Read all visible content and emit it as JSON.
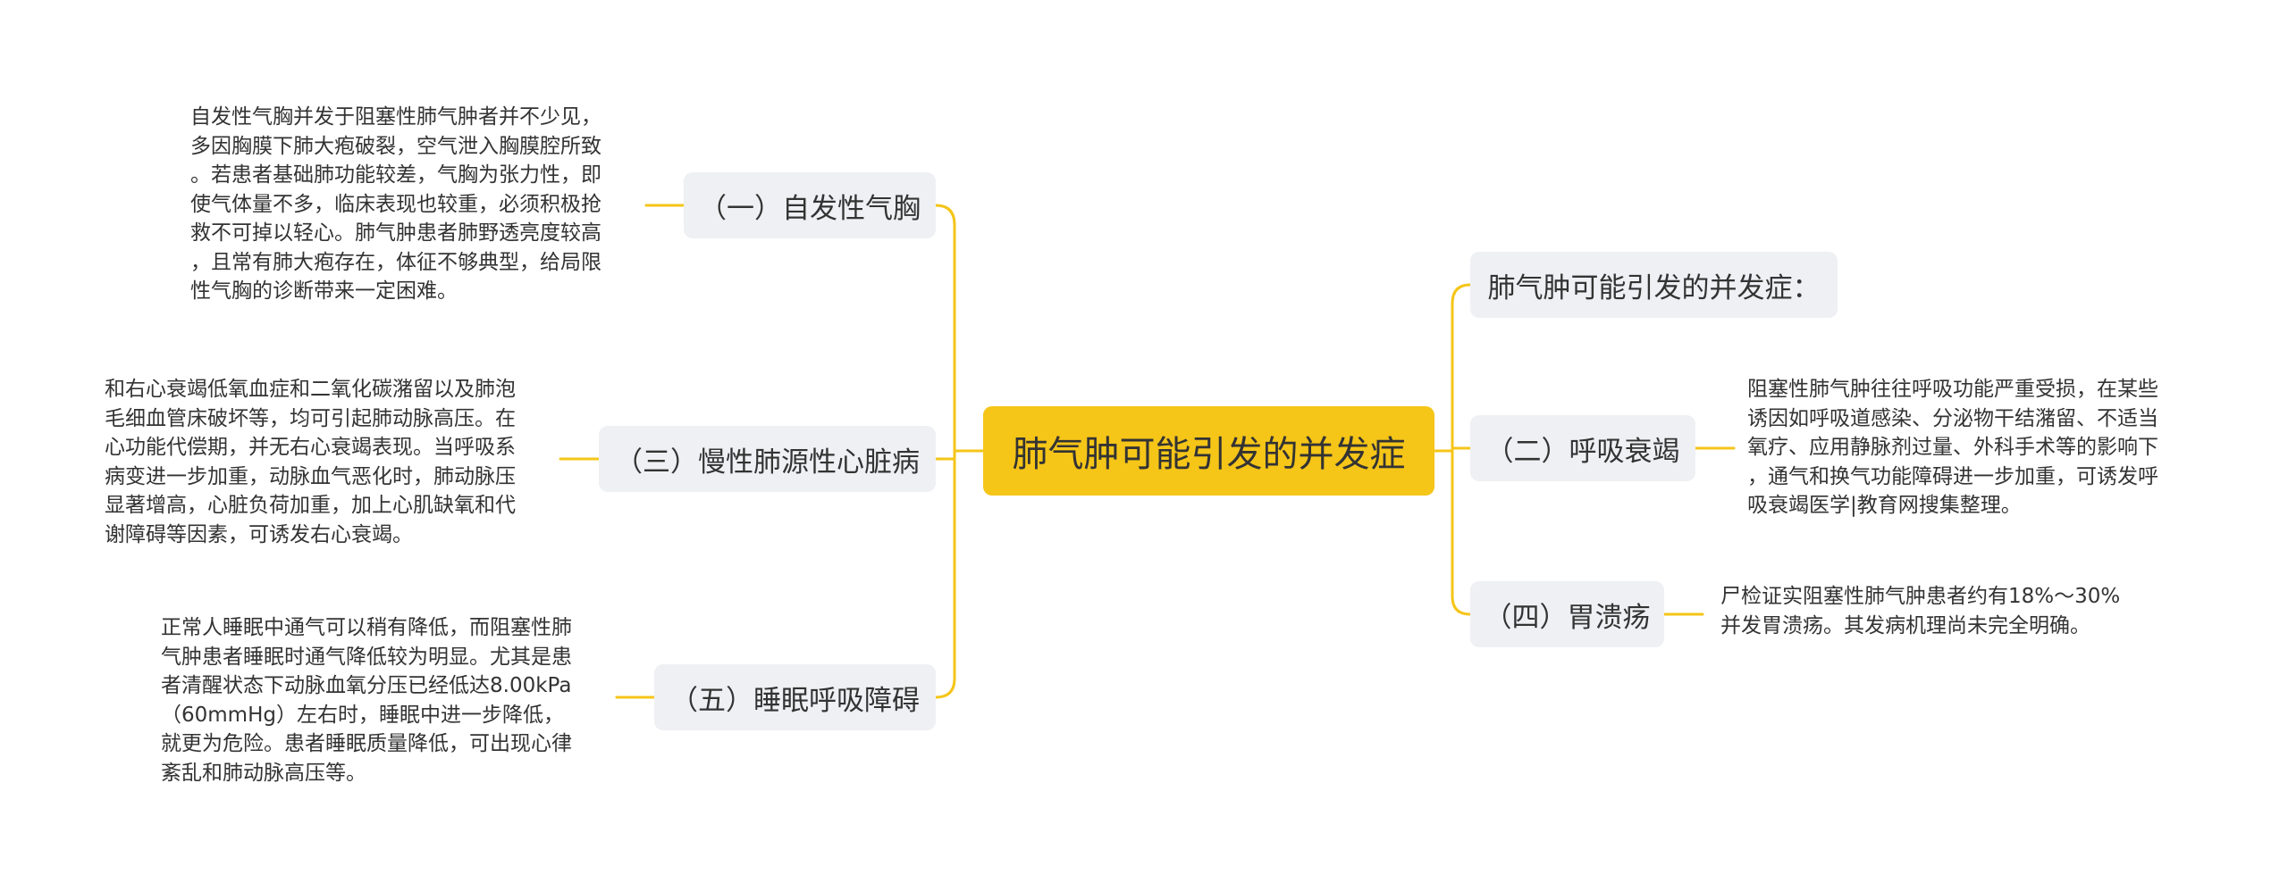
{
  "colors": {
    "connector": "#f5c518",
    "root_bg": "#f5c518",
    "branch_bg": "#eef0f3",
    "text": "#333333"
  },
  "root": {
    "label": "肺气肿可能引发的并发症"
  },
  "left": [
    {
      "label": "（一）自发性气胸",
      "detail": "自发性气胸并发于阻塞性肺气肿者并不少见，\n多因胸膜下肺大疱破裂，空气泄入胸膜腔所致\n。若患者基础肺功能较差，气胸为张力性，即\n使气体量不多，临床表现也较重，必须积极抢\n救不可掉以轻心。肺气肿患者肺野透亮度较高\n，且常有肺大疱存在，体征不够典型，给局限\n性气胸的诊断带来一定困难。"
    },
    {
      "label": "（三）慢性肺源性心脏病",
      "detail": "和右心衰竭低氧血症和二氧化碳潴留以及肺泡\n毛细血管床破坏等，均可引起肺动脉高压。在\n心功能代偿期，并无右心衰竭表现。当呼吸系\n病变进一步加重，动脉血气恶化时，肺动脉压\n显著增高，心脏负荷加重，加上心肌缺氧和代\n谢障碍等因素，可诱发右心衰竭。"
    },
    {
      "label": "（五）睡眠呼吸障碍",
      "detail": "正常人睡眠中通气可以稍有降低，而阻塞性肺\n气肿患者睡眠时通气降低较为明显。尤其是患\n者清醒状态下动脉血氧分压已经低达8.00kPa\n（60mmHg）左右时，睡眠中进一步降低，\n就更为危险。患者睡眠质量降低，可出现心律\n紊乱和肺动脉高压等。"
    }
  ],
  "right": [
    {
      "label": "肺气肿可能引发的并发症："
    },
    {
      "label": "（二）呼吸衰竭",
      "detail": "阻塞性肺气肿往往呼吸功能严重受损，在某些\n诱因如呼吸道感染、分泌物干结潴留、不适当\n氧疗、应用静脉剂过量、外科手术等的影响下\n，通气和换气功能障碍进一步加重，可诱发呼\n吸衰竭医学|教育网搜集整理。"
    },
    {
      "label": "（四）胃溃疡",
      "detail": "尸检证实阻塞性肺气肿患者约有18%～30%\n并发胃溃疡。其发病机理尚未完全明确。"
    }
  ]
}
